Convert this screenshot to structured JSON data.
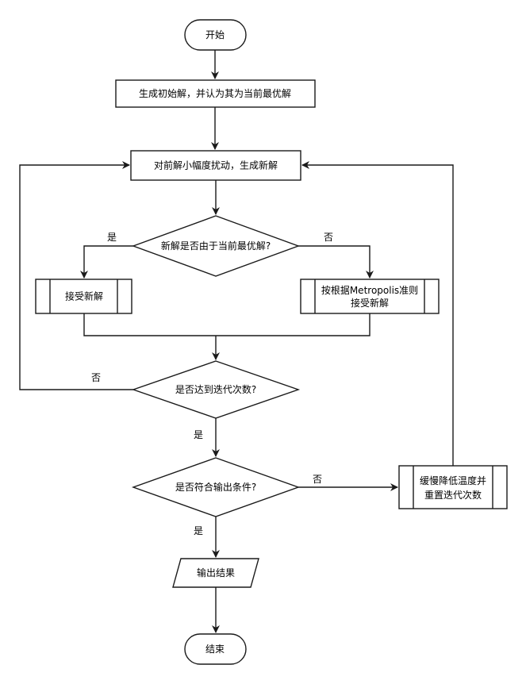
{
  "nodes": {
    "start": "开始",
    "init": "生成初始解，并认为其为当前最优解",
    "perturb": "对前解小幅度扰动，生成新解",
    "decision_better": "新解是否由于当前最优解?",
    "accept_new": "接受新解",
    "metropolis_line1": "按根据Metropolis准则",
    "metropolis_line2": "接受新解",
    "decision_iter": "是否达到迭代次数?",
    "decision_output": "是否符合输出条件?",
    "cool_line1": "缓慢降低温度并",
    "cool_line2": "重置迭代次数",
    "output": "输出结果",
    "end": "结束"
  },
  "edge_labels": {
    "better_yes": "是",
    "better_no": "否",
    "iter_no": "否",
    "iter_yes": "是",
    "output_no": "否",
    "output_yes": "是"
  }
}
